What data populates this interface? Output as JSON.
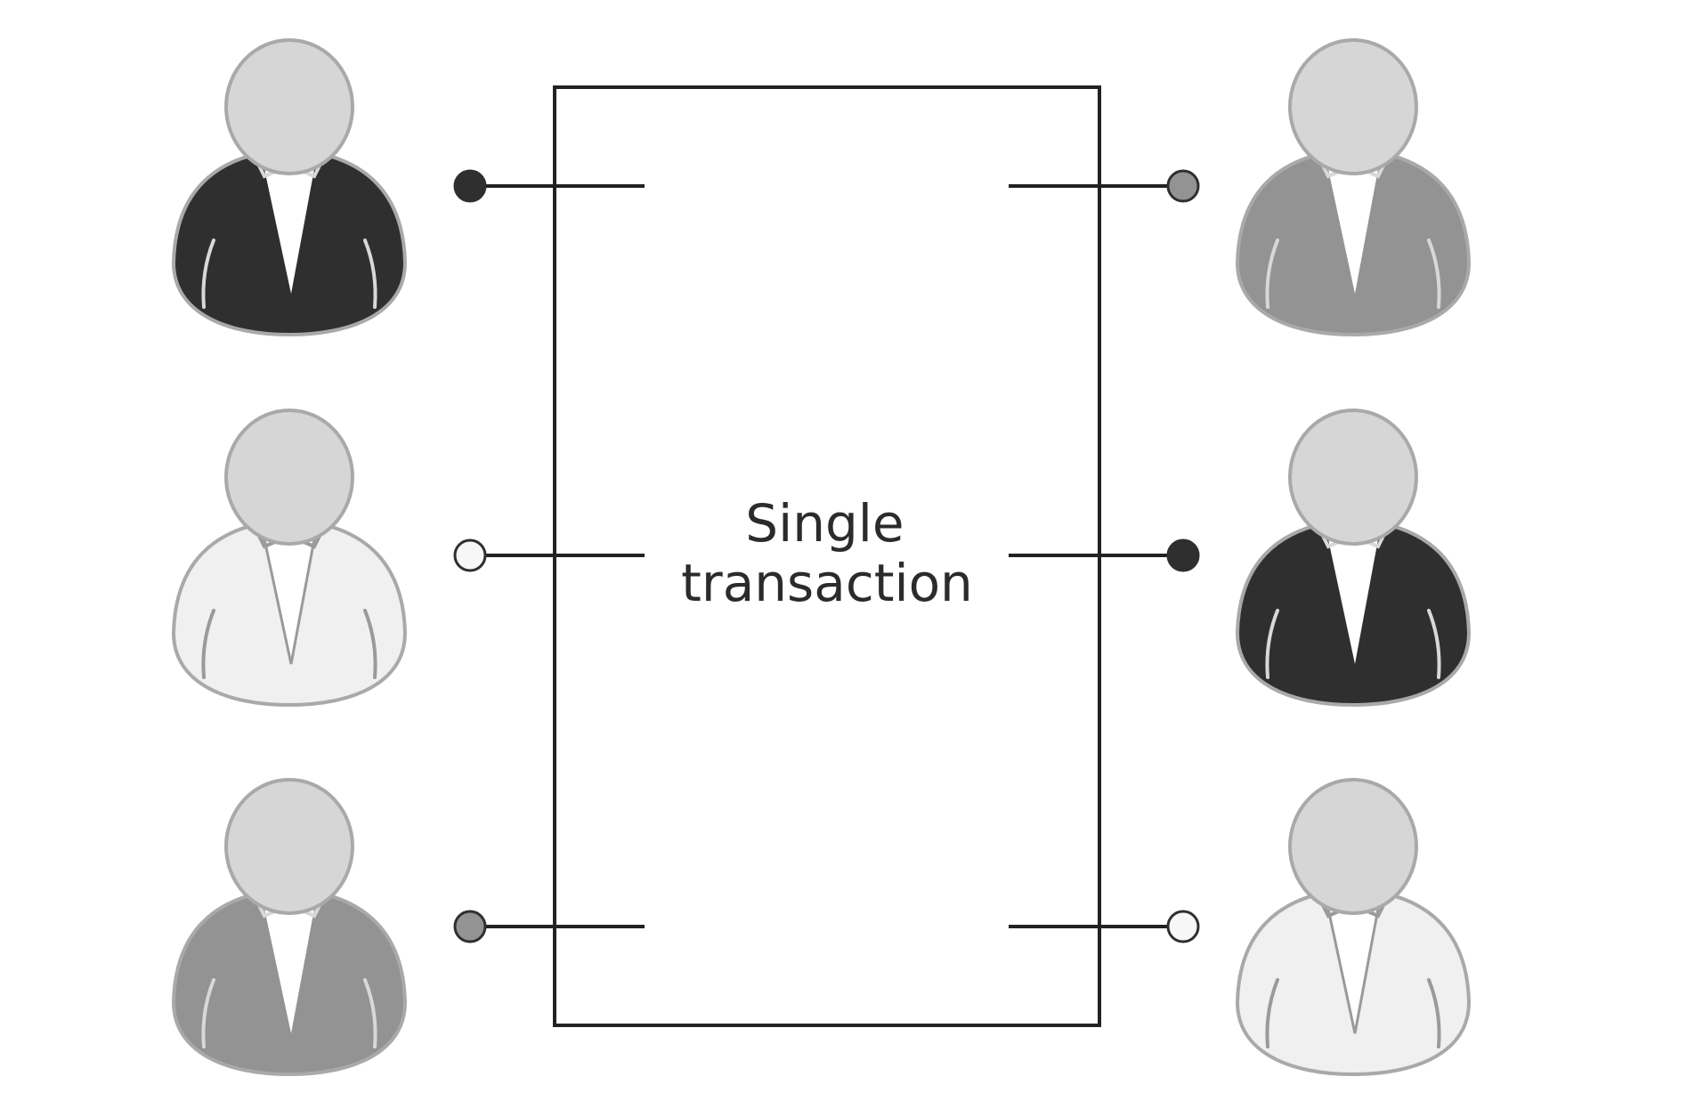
{
  "box": {
    "label_lines": [
      "Single",
      "transaction"
    ]
  },
  "colors": {
    "black": "#2f2f2f",
    "gray": "#939393",
    "white": "#f0f0f0",
    "head": "#d6d6d6",
    "outline": "#a9a9a9",
    "line": "#222222"
  },
  "participants": {
    "left": [
      {
        "id": "left-1",
        "shade": "black",
        "icon": "person-icon"
      },
      {
        "id": "left-2",
        "shade": "white",
        "icon": "person-icon"
      },
      {
        "id": "left-3",
        "shade": "gray",
        "icon": "person-icon"
      }
    ],
    "right": [
      {
        "id": "right-1",
        "shade": "gray",
        "icon": "person-icon"
      },
      {
        "id": "right-2",
        "shade": "black",
        "icon": "person-icon"
      },
      {
        "id": "right-3",
        "shade": "white",
        "icon": "person-icon"
      }
    ]
  }
}
